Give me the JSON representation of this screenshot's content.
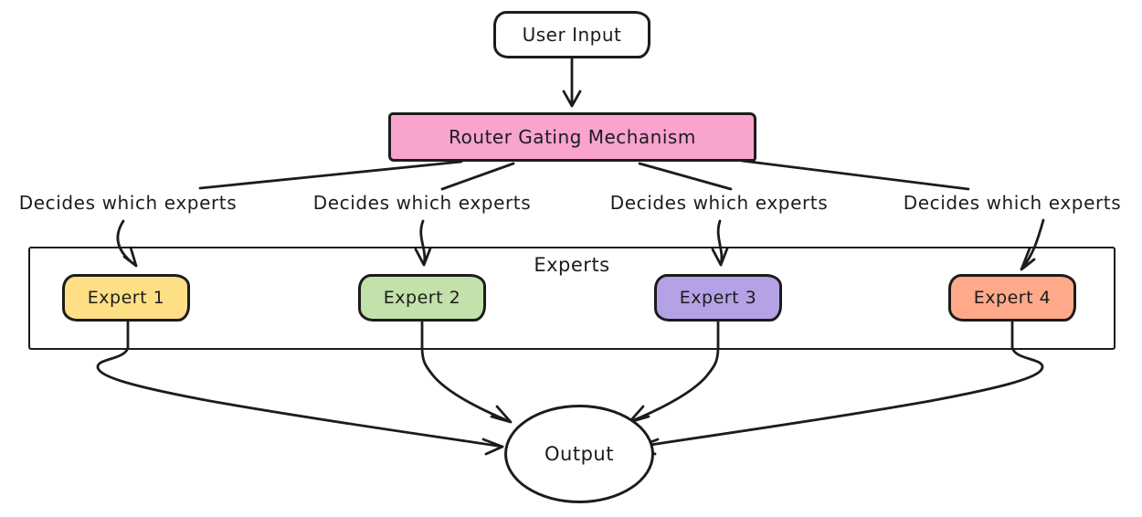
{
  "diagram": {
    "stroke_color": "#1c1c1c",
    "nodes": {
      "user_input": {
        "label": "User Input",
        "fill": "#ffffff"
      },
      "router": {
        "label": "Router Gating Mechanism",
        "fill": "#f9a3cf"
      },
      "experts_group": {
        "label": "Experts"
      },
      "experts": [
        {
          "label": "Expert 1",
          "fill": "#ffdf85"
        },
        {
          "label": "Expert 2",
          "fill": "#c3e1ab"
        },
        {
          "label": "Expert 3",
          "fill": "#b5a1e6"
        },
        {
          "label": "Expert 4",
          "fill": "#ffa98b"
        }
      ],
      "output": {
        "label": "Output",
        "fill": "#ffffff"
      }
    },
    "edge_labels": [
      {
        "text": "Decides which experts"
      },
      {
        "text": "Decides which experts"
      },
      {
        "text": "Decides which experts"
      },
      {
        "text": "Decides which experts"
      }
    ]
  }
}
